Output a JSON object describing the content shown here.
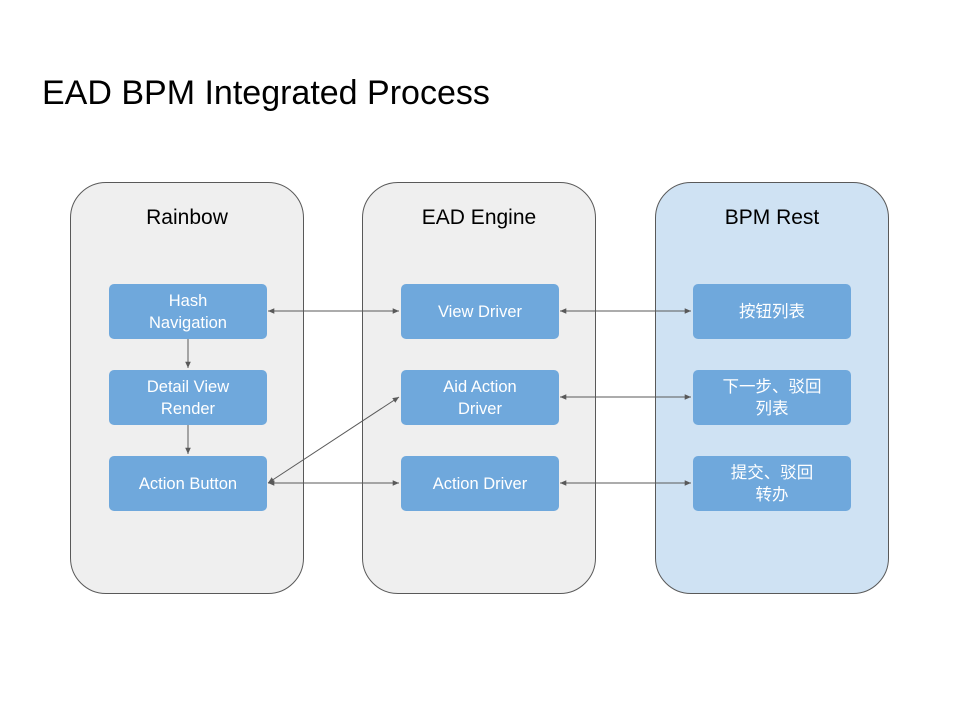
{
  "title": "EAD BPM Integrated Process",
  "columns": {
    "rainbow": {
      "label": "Rainbow",
      "nodes": {
        "hash_navigation": "Hash\nNavigation",
        "detail_view_render": "Detail View\nRender",
        "action_button": "Action Button"
      }
    },
    "ead_engine": {
      "label": "EAD Engine",
      "nodes": {
        "view_driver": "View Driver",
        "aid_action_driver": "Aid Action\nDriver",
        "action_driver": "Action Driver"
      }
    },
    "bpm_rest": {
      "label": "BPM Rest",
      "nodes": {
        "button_list": "按钮列表",
        "next_step_reject_list": "下一步、驳回\n列表",
        "submit_reject_transfer": "提交、驳回\n转办"
      }
    }
  },
  "colors": {
    "node_fill": "#6fa8dc",
    "gray_column": "#efefef",
    "blue_column": "#cfe2f3",
    "connector": "#595959"
  }
}
